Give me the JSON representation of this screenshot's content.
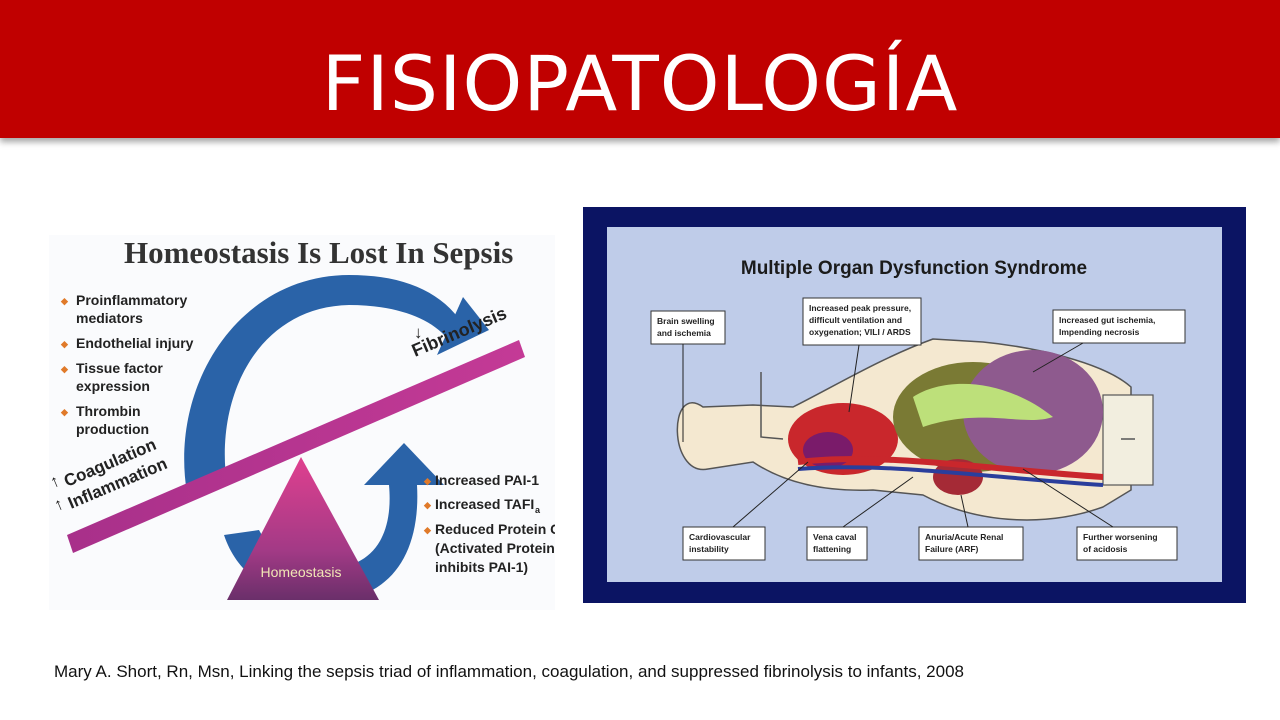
{
  "slide": {
    "title": "FISIOPATOLOGÍA",
    "citation": "Mary A. Short, Rn, Msn, Linking the sepsis triad of inflammation, coagulation, and suppressed fibrinolysis to infants, 2008",
    "colors": {
      "banner": "#c00000",
      "right_frame": "#0b1463",
      "right_panel": "#bfcce9"
    }
  },
  "left_figure": {
    "title": "Homeostasis Is Lost In Sepsis",
    "bullets_top": [
      "Proinflammatory",
      "mediators",
      "Endothelial injury",
      "Tissue factor",
      "expression",
      "Thrombin",
      "production"
    ],
    "fibrinolysis": "Fibrinolysis",
    "coagulation": "Coagulation",
    "inflammation": "Inflammation",
    "arrow_up": "↑",
    "arrow_down": "↓",
    "bullet_glyph": "◆",
    "bullets_bottom_1": "Increased PAI-1",
    "bullets_bottom_2": "Increased TAFI",
    "bullets_bottom_2_sub": "a",
    "bullets_bottom_3": [
      "Reduced Protein C",
      "(Activated Protein C",
      "inhibits PAI-1)"
    ],
    "homeostasis": "Homeostasis"
  },
  "right_figure": {
    "title": "Multiple Organ Dysfunction Syndrome",
    "callouts": {
      "brain": [
        "Brain swelling",
        "and ischemia"
      ],
      "lungs": [
        "Increased peak pressure,",
        "difficult ventilation and",
        "oxygenation; VILI / ARDS"
      ],
      "gut": [
        "Increased gut ischemia,",
        "Impending necrosis"
      ],
      "cardio": [
        "Cardiovascular",
        "instability"
      ],
      "vena": [
        "Vena caval",
        "flattening"
      ],
      "renal": [
        "Anuria/Acute Renal",
        "Failure (ARF)"
      ],
      "acidosis": [
        "Further worsening",
        "of acidosis"
      ]
    }
  }
}
